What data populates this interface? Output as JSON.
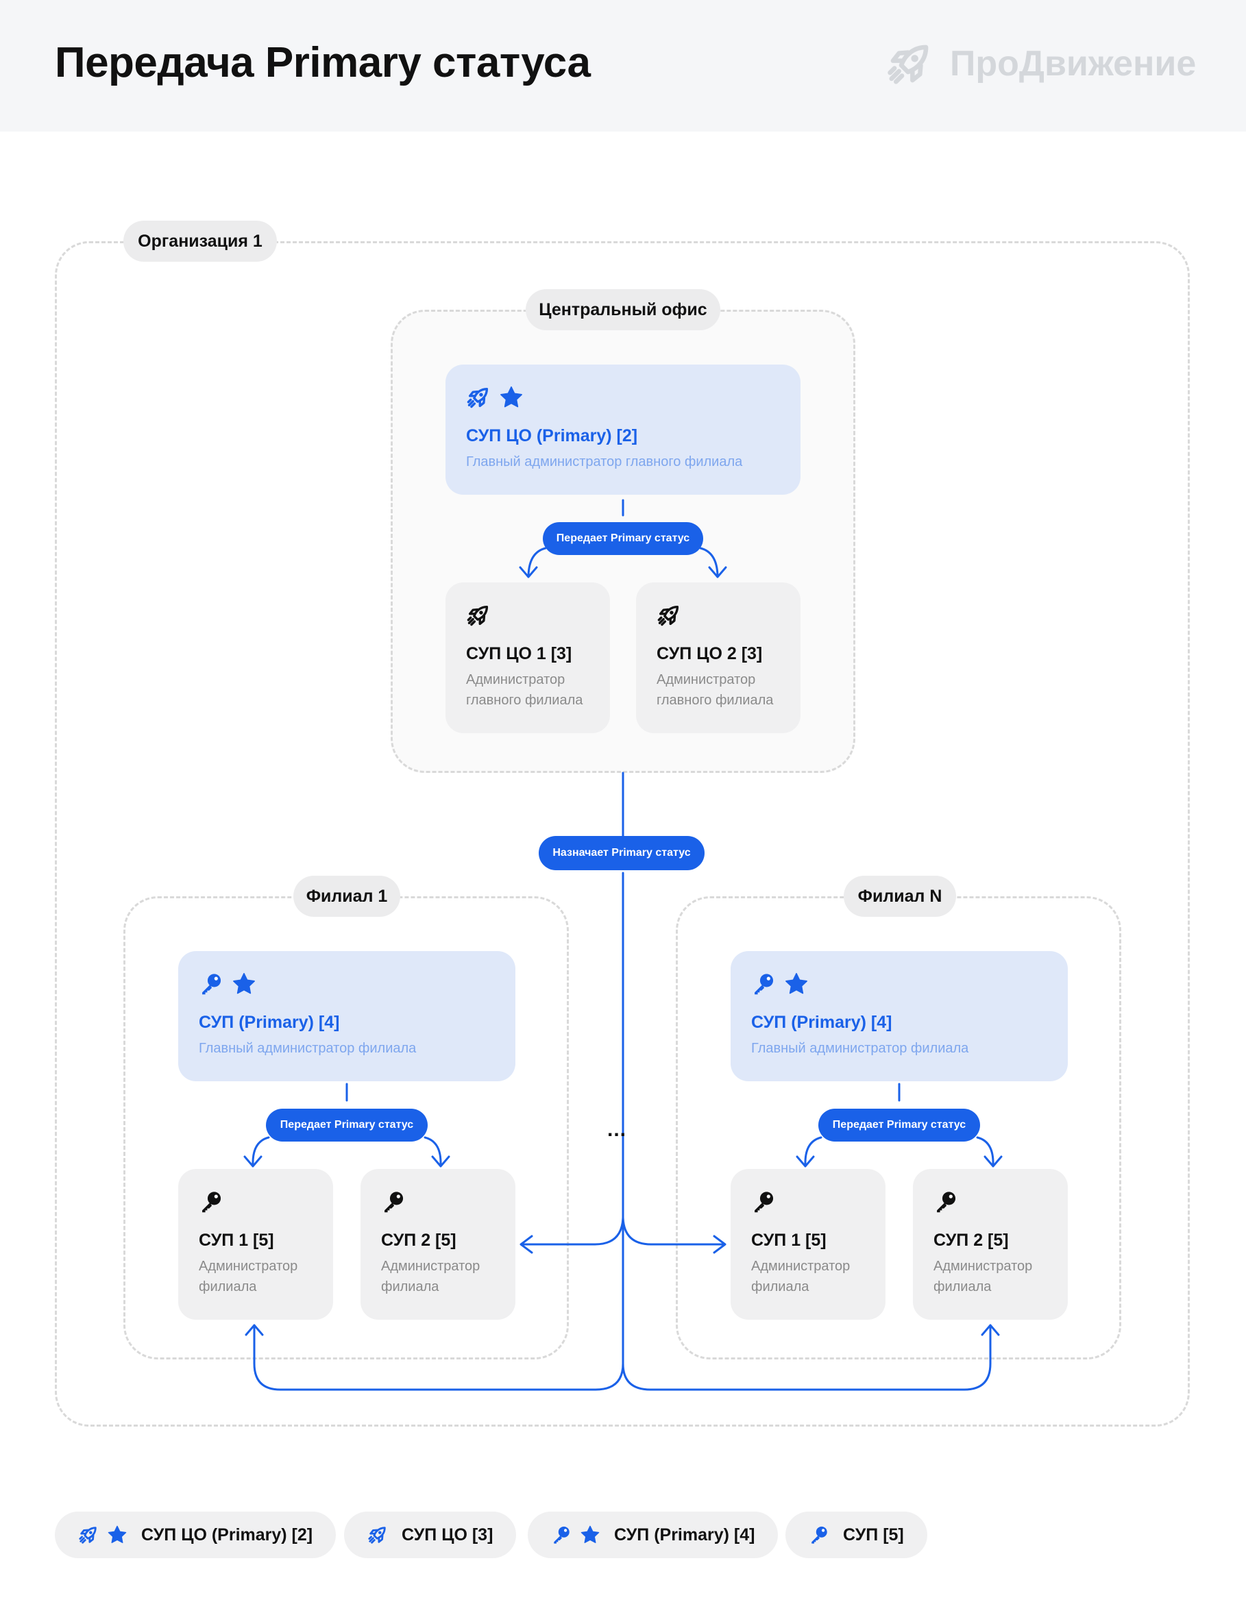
{
  "header": {
    "title": "Передача Primary статуса",
    "brand": "ПроДвижение"
  },
  "colors": {
    "accent": "#1a61e8",
    "primary_card": "#dfe8f9",
    "card": "#f0f0f1",
    "header_bg": "#f5f6f8"
  },
  "org": {
    "label": "Организация 1"
  },
  "central_office": {
    "label": "Центральный офис",
    "primary": {
      "title": "СУП ЦО (Primary) [2]",
      "subtitle": "Главный администратор главного филиала",
      "icons": [
        "rocket-icon",
        "star-icon"
      ]
    },
    "transfer_label": "Передает Primary статус",
    "members": [
      {
        "title": "СУП ЦО 1 [3]",
        "subtitle": "Администратор главного филиала",
        "icon": "rocket-icon"
      },
      {
        "title": "СУП ЦО 2 [3]",
        "subtitle": "Администратор главного филиала",
        "icon": "rocket-icon"
      }
    ]
  },
  "assign_label": "Назначает Primary статус",
  "ellipsis": "...",
  "branches": [
    {
      "label": "Филиал 1",
      "primary": {
        "title": "СУП (Primary) [4]",
        "subtitle": "Главный администратор филиала",
        "icons": [
          "key-icon",
          "star-icon"
        ]
      },
      "transfer_label": "Передает Primary статус",
      "members": [
        {
          "title": "СУП 1 [5]",
          "subtitle": "Администратор филиала",
          "icon": "key-icon"
        },
        {
          "title": "СУП 2 [5]",
          "subtitle": "Администратор филиала",
          "icon": "key-icon"
        }
      ]
    },
    {
      "label": "Филиал N",
      "primary": {
        "title": "СУП (Primary) [4]",
        "subtitle": "Главный администратор филиала",
        "icons": [
          "key-icon",
          "star-icon"
        ]
      },
      "transfer_label": "Передает Primary статус",
      "members": [
        {
          "title": "СУП 1 [5]",
          "subtitle": "Администратор филиала",
          "icon": "key-icon"
        },
        {
          "title": "СУП 2 [5]",
          "subtitle": "Администратор филиала",
          "icon": "key-icon"
        }
      ]
    }
  ],
  "legend": [
    {
      "label": "СУП ЦО (Primary) [2]",
      "icons": [
        "rocket-icon",
        "star-icon"
      ]
    },
    {
      "label": "СУП ЦО [3]",
      "icons": [
        "rocket-icon"
      ]
    },
    {
      "label": "СУП (Primary) [4]",
      "icons": [
        "key-icon",
        "star-icon"
      ]
    },
    {
      "label": "СУП [5]",
      "icons": [
        "key-icon"
      ]
    }
  ]
}
